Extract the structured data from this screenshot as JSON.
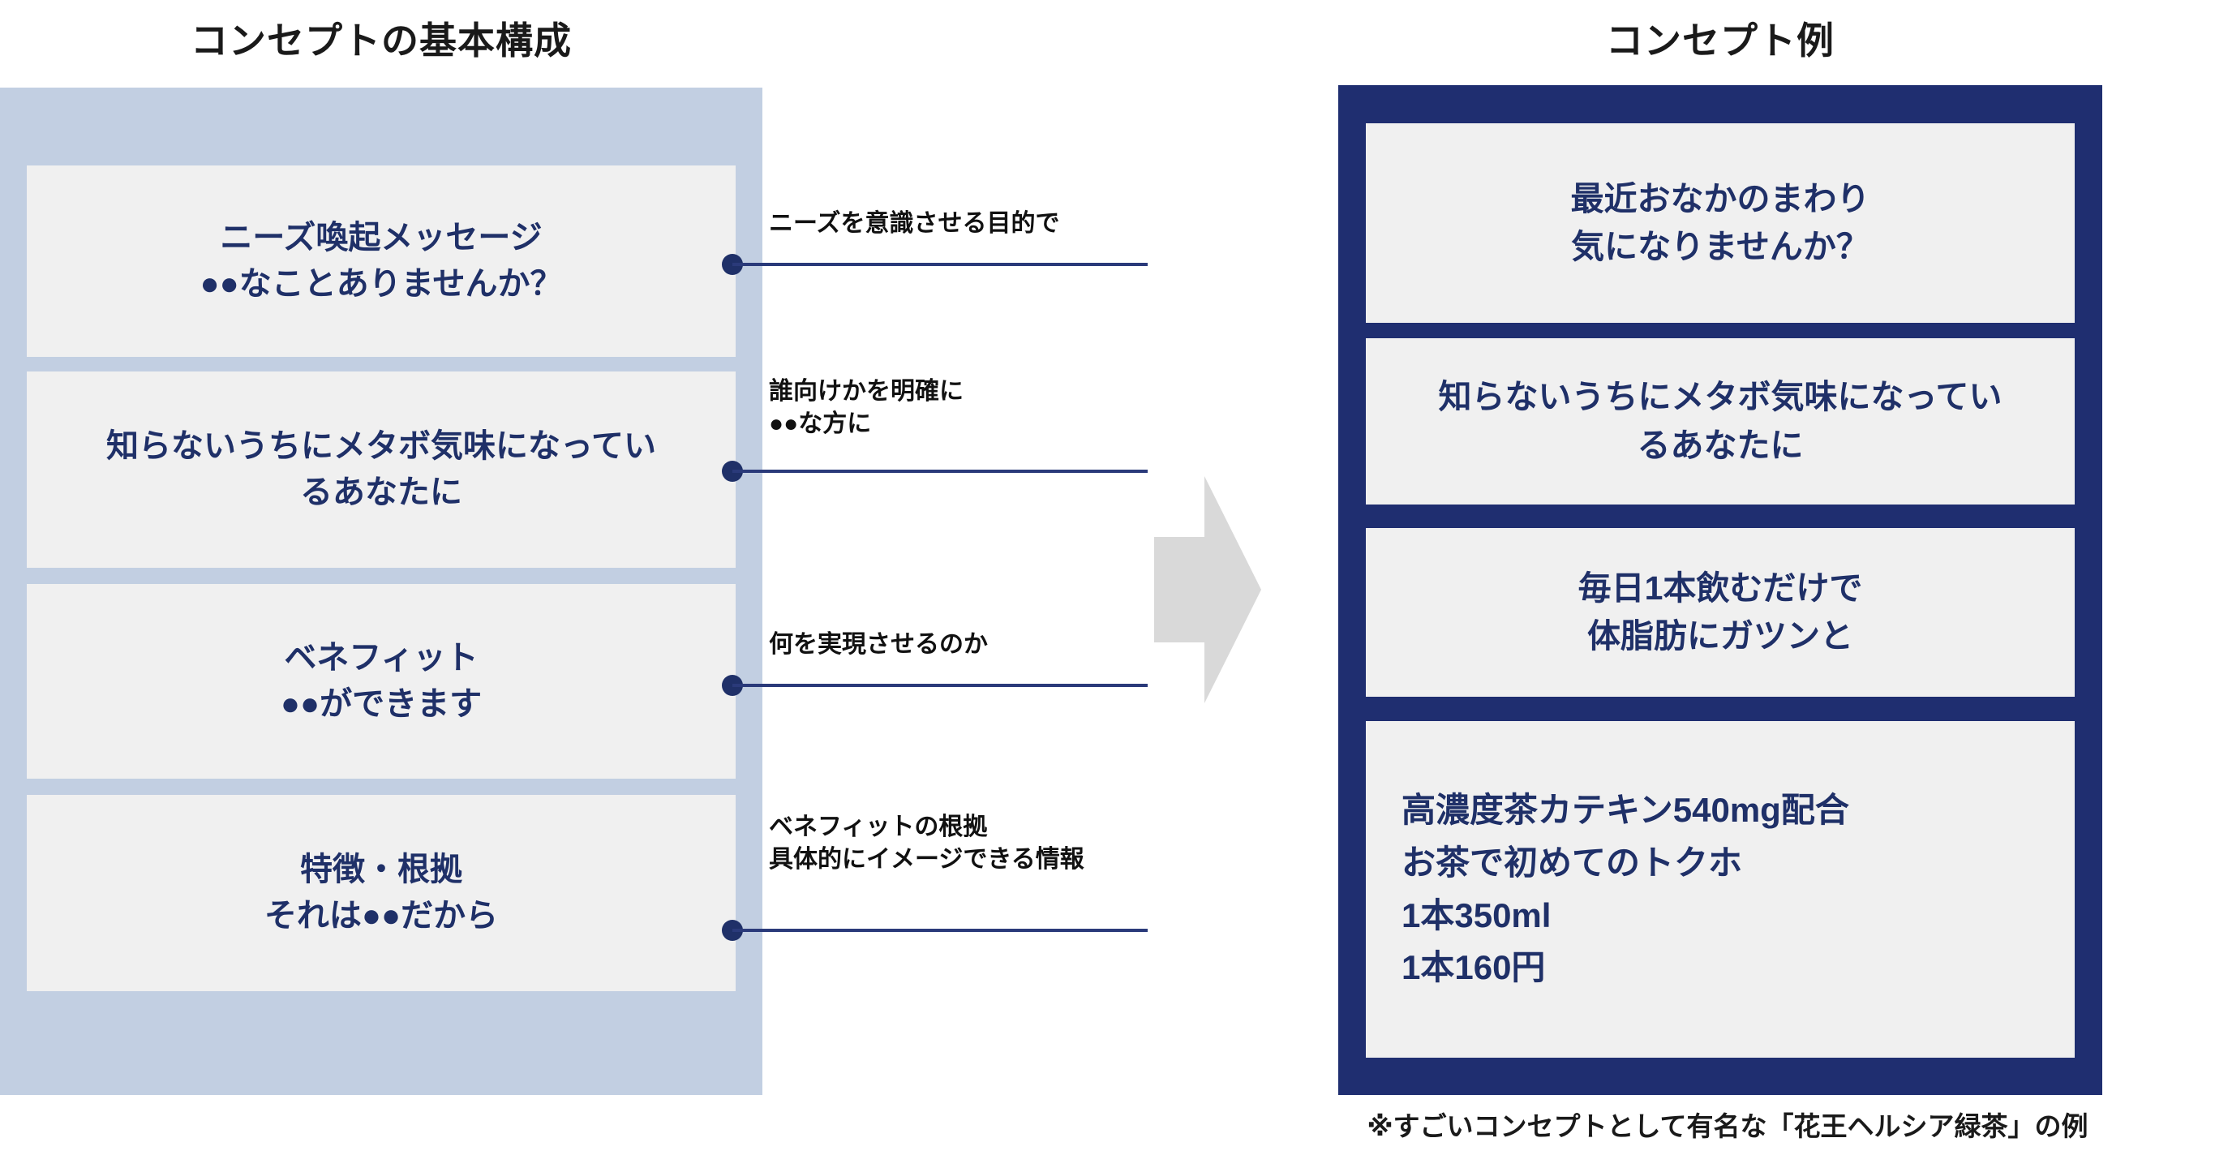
{
  "left_panel": {
    "title": "コンセプトの基本構成",
    "background_color": "#c2cfe2",
    "boxes": [
      {
        "text": "ニーズ喚起メッセージ\n●●なことありませんか？"
      },
      {
        "text": "知らないうちにメタボ気味になってい\nるあなたに"
      },
      {
        "text": "ベネフィット\n●●ができます"
      },
      {
        "text": "特徴・根拠\nそれは●●だから"
      }
    ]
  },
  "connectors": [
    {
      "label": "ニーズを意識させる目的で"
    },
    {
      "label": "誰向けかを明確に\n●●な方に"
    },
    {
      "label": "何を実現させるのか"
    },
    {
      "label": "ベネフィットの根拠\n具体的にイメージできる情報"
    }
  ],
  "arrow": {
    "icon": "right-arrow-icon",
    "color": "#d9d9d9"
  },
  "right_panel": {
    "title": "コンセプト例",
    "frame_color": "#1f2e70",
    "boxes": [
      {
        "text": "最近おなかのまわり\n気になりませんか？"
      },
      {
        "text": "知らないうちにメタボ気味になってい\nるあなたに"
      },
      {
        "text": "毎日1本飲むだけで\n体脂肪にガツンと"
      },
      {
        "text": "高濃度茶カテキン540mg配合\nお茶で初めてのトクホ\n1本350ml\n1本160円"
      }
    ],
    "footnote": "※すごいコンセプトとして有名な「花王ヘルシア緑茶」の例"
  },
  "colors": {
    "text_navy": "#1f3068",
    "panel_light_blue": "#c2cfe2",
    "panel_dark_navy": "#1f2e70",
    "box_fill": "#f0f0f0",
    "arrow_gray": "#d9d9d9",
    "connector_navy": "#2a3a7a"
  }
}
